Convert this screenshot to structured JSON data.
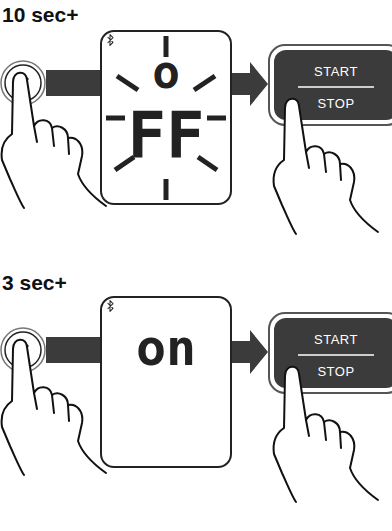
{
  "diagram": {
    "nodes": [
      {
        "text": [
          "10 sec+"
        ]
      },
      {
        "text": [
          "o",
          "FF"
        ]
      },
      {
        "text": [
          "START",
          "STOP"
        ]
      },
      {
        "text": [
          "3 sec+"
        ]
      },
      {
        "text": [
          "on"
        ]
      },
      {
        "text": [
          "START",
          "STOP"
        ]
      }
    ],
    "edges": [
      {
        "from": 0,
        "to": 1,
        "arrow": "none"
      },
      {
        "from": 1,
        "to": 2,
        "arrow": "to"
      },
      {
        "from": 3,
        "to": 4,
        "arrow": "none"
      },
      {
        "from": 4,
        "to": 5,
        "arrow": "to"
      }
    ]
  }
}
